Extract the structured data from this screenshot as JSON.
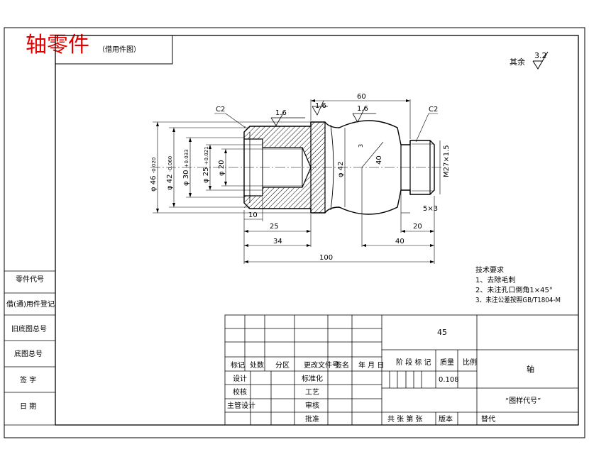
{
  "header": {
    "title": "轴零件",
    "title_color": "#e00000",
    "block_label": "（借用件图）",
    "rest_roughness_label": "其余",
    "rest_roughness_value": "3.2"
  },
  "roughness": [
    "1.6",
    "1.6",
    "1.6"
  ],
  "chamfers": [
    "C2",
    "C2"
  ],
  "dims": {
    "d46": "φ 46",
    "d46_tol": "-0.020",
    "d42a": "φ 42",
    "d42a_tol": "-0.060",
    "d30": "φ 30",
    "d30_tol": "+0.033",
    "d25": "φ 25",
    "d25_tol": "+0.021",
    "d20": "φ 20",
    "d42b": "φ 42",
    "sr40": "40",
    "m27": "M27×1.5",
    "l60": "60",
    "l10": "10",
    "l25": "25",
    "l34": "34",
    "l100": "100",
    "l40": "40",
    "l20": "20",
    "groove": "5×3",
    "s3": "3"
  },
  "tech": {
    "heading": "技术要求",
    "items": [
      "1、去除毛刺",
      "2、未注孔口倒角1×45°",
      "3、未注公差按照GB/T1804-M"
    ]
  },
  "side_labels": [
    "零件代号",
    "借(通)用件登记",
    "旧底图总号",
    "底图总号",
    "签 字",
    "日 期"
  ],
  "title_block": {
    "material": "45",
    "name": "轴",
    "drawing_no": "“图样代号”",
    "weight": "0.108",
    "row_labels": [
      "标记",
      "处数",
      "分区",
      "更改文件号",
      "签名",
      "年 月 日"
    ],
    "stage_label": "阶 段 标 记",
    "weight_label": "质量",
    "scale_label": "比例",
    "design": "设计",
    "standard": "标准化",
    "check": "校核",
    "process": "工艺",
    "chief": "主管设计",
    "review": "审核",
    "approve": "批准",
    "sheets": "共 张 第 张",
    "version": "版本",
    "replace": "替代"
  }
}
